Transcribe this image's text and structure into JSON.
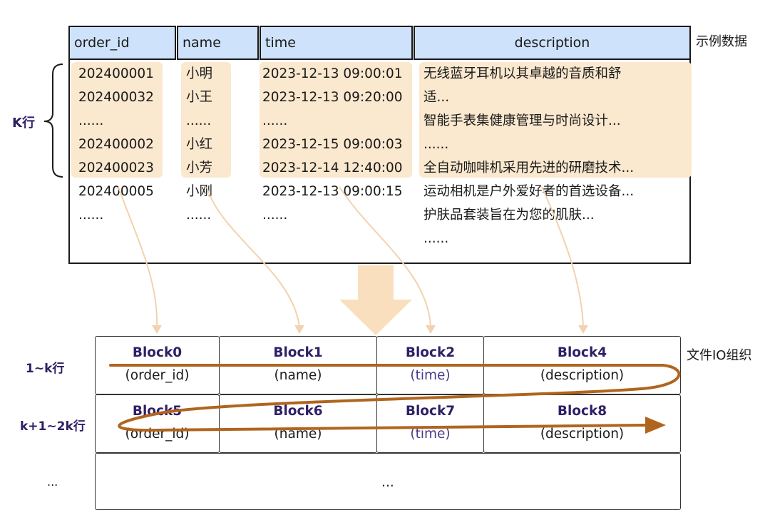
{
  "table": {
    "headers": [
      "order_id",
      "name",
      "time",
      "description"
    ],
    "side_label": "示例数据",
    "k_label": "K行",
    "rows": [
      [
        "202400001",
        "小明",
        "2023-12-13 09:00:01",
        "无线蓝牙耳机以其卓越的音质和舒"
      ],
      [
        "202400032",
        "小王",
        "2023-12-13 09:20:00",
        "适..."
      ],
      [
        "......",
        "......",
        "......",
        "智能手表集健康管理与时尚设计..."
      ],
      [
        "202400002",
        "小红",
        "2023-12-15 09:00:03",
        "......"
      ],
      [
        "202400023",
        "小芳",
        "2023-12-14 12:40:00",
        "全自动咖啡机采用先进的研磨技术..."
      ],
      [
        "202400005",
        "小刚",
        "2023-12-13 09:00:15",
        "运动相机是户外爱好者的首选设备..."
      ],
      [
        "......",
        "......",
        "......",
        "护肤品套装旨在为您的肌肤..."
      ],
      [
        "",
        "",
        "",
        "......"
      ]
    ]
  },
  "io": {
    "side_label": "文件IO组织",
    "row_labels": [
      "1~k行",
      "k+1~2k行",
      "..."
    ],
    "blocks": [
      {
        "title": "Block0",
        "sub": "(order_id)"
      },
      {
        "title": "Block1",
        "sub": "(name)"
      },
      {
        "title": "Block2",
        "sub": "(time)"
      },
      {
        "title": "Block4",
        "sub": "(description)"
      },
      {
        "title": "Block5",
        "sub": "(order_id)"
      },
      {
        "title": "Block6",
        "sub": "(name)"
      },
      {
        "title": "Block7",
        "sub": "(time)"
      },
      {
        "title": "Block8",
        "sub": "(description)"
      }
    ],
    "ellipsis": "..."
  },
  "colors": {
    "header_bg": "#cfe2fb",
    "highlight": "#fae8cf",
    "connector": "#f6dcc0",
    "big_arrow": "#f9dcb8",
    "io_path": "#b0651f",
    "block_title": "#2e1f66"
  }
}
